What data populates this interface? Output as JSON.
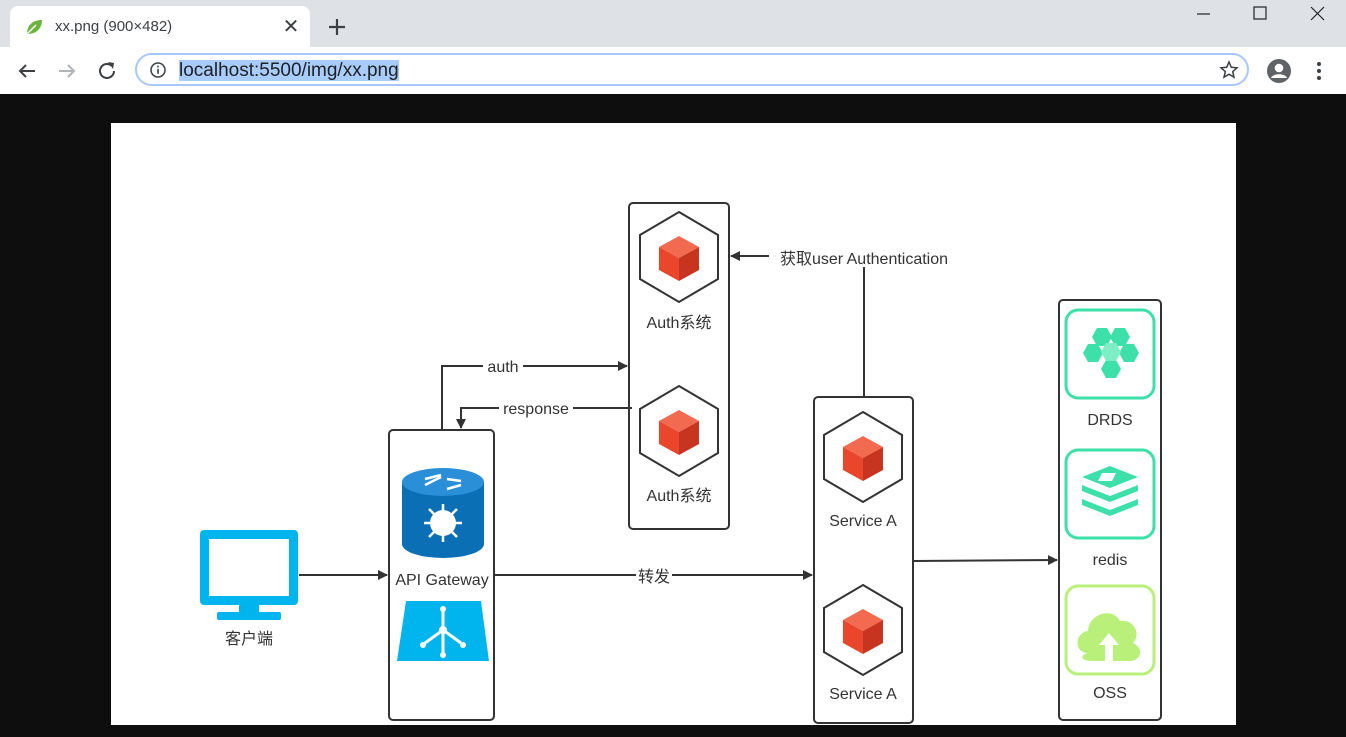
{
  "browser": {
    "tab": {
      "title": "xx.png (900×482)"
    },
    "address_bar": {
      "url": "localhost:5500/img/xx.png"
    },
    "icons": [
      "leaf-favicon",
      "close-icon",
      "plus-icon",
      "minimize-icon",
      "maximize-icon",
      "close-window-icon",
      "back-arrow-icon",
      "forward-arrow-icon",
      "reload-icon",
      "info-icon",
      "star-icon",
      "account-icon",
      "kebab-menu-icon"
    ]
  },
  "diagram": {
    "client_label": "客户端",
    "gateway_label": "API Gateway",
    "auth_top_label": "Auth系统",
    "auth_bottom_label": "Auth系统",
    "auth_edge_label": "auth",
    "response_edge_label": "response",
    "fetch_edge_label": "获取user Authentication",
    "forward_edge_label": "转发",
    "service_top_label": "Service A",
    "service_bottom_label": "Service A",
    "drds_label": "DRDS",
    "redis_label": "redis",
    "oss_label": "OSS"
  },
  "colors": {
    "cube_red": "#e9462b",
    "monitor_blue": "#00b5ee",
    "router_blue": "#0a6fb5",
    "storage_green": "#3de0a8",
    "oss_green": "#b8f07a"
  }
}
